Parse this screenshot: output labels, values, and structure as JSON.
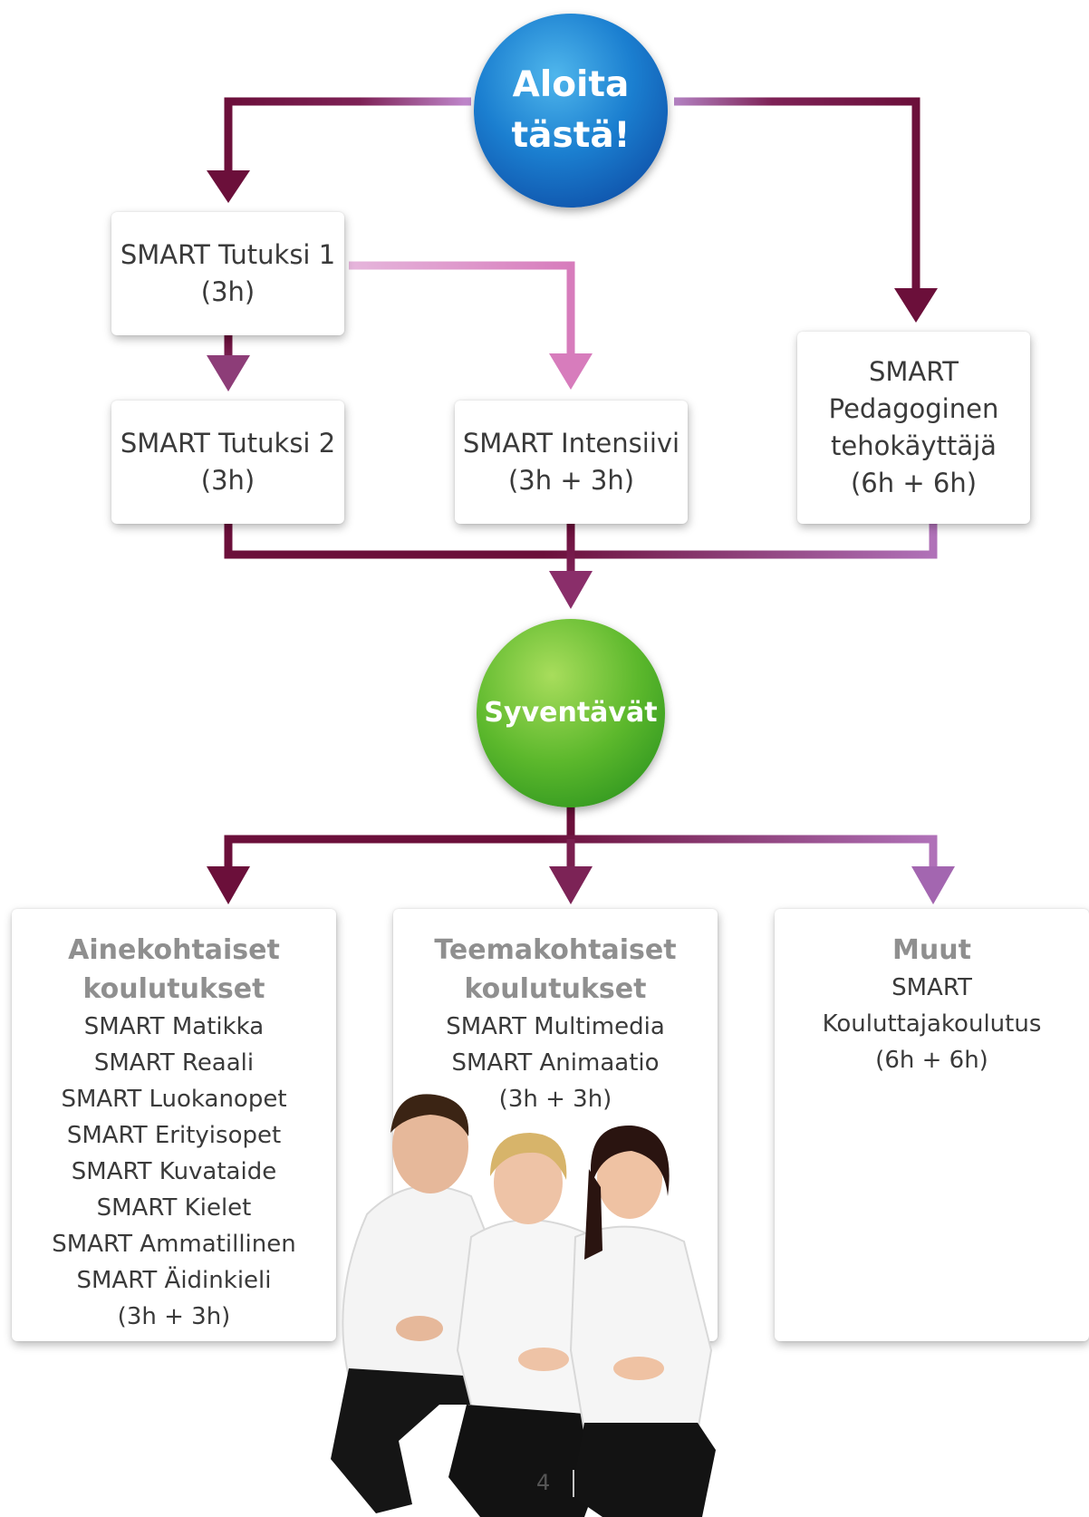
{
  "start": {
    "line1": "Aloita",
    "line2": "tästä!"
  },
  "boxes": {
    "tutuksi1": {
      "line1": "SMART Tutuksi 1",
      "line2": "(3h)"
    },
    "tutuksi2": {
      "line1": "SMART Tutuksi 2",
      "line2": "(3h)"
    },
    "intensiivi": {
      "line1": "SMART Intensiivi",
      "line2": "(3h + 3h)"
    },
    "pedagoginen": {
      "line1": "SMART",
      "line2": "Pedagoginen",
      "line3": "tehokäyttäjä",
      "line4": "(6h + 6h)"
    }
  },
  "middle": {
    "label": "Syventävät"
  },
  "columns": {
    "ainekohtaiset": {
      "title_line1": "Ainekohtaiset",
      "title_line2": "koulutukset",
      "items": [
        "SMART Matikka",
        "SMART Reaali",
        "SMART Luokanopet",
        "SMART Erityisopet",
        "SMART Kuvataide",
        "SMART Kielet",
        "SMART Ammatillinen",
        "SMART Äidinkieli",
        "(3h + 3h)"
      ]
    },
    "teemakohtaiset": {
      "title_line1": "Teemakohtaiset",
      "title_line2": "koulutukset",
      "items": [
        "SMART Multimedia",
        "SMART Animaatio",
        "(3h + 3h)"
      ]
    },
    "muut": {
      "title_line1": "Muut",
      "items": [
        "SMART",
        "Kouluttajakoulutus",
        "(6h + 6h)"
      ]
    }
  },
  "page_number": "4",
  "colors": {
    "arrow_dark": "#6b0f3a",
    "arrow_mid": "#8a2e6a",
    "arrow_light": "#b071b8",
    "arrow_pink": "#d77cbc",
    "start_blue": "#1b7fd0",
    "mid_green": "#5cb82c"
  }
}
